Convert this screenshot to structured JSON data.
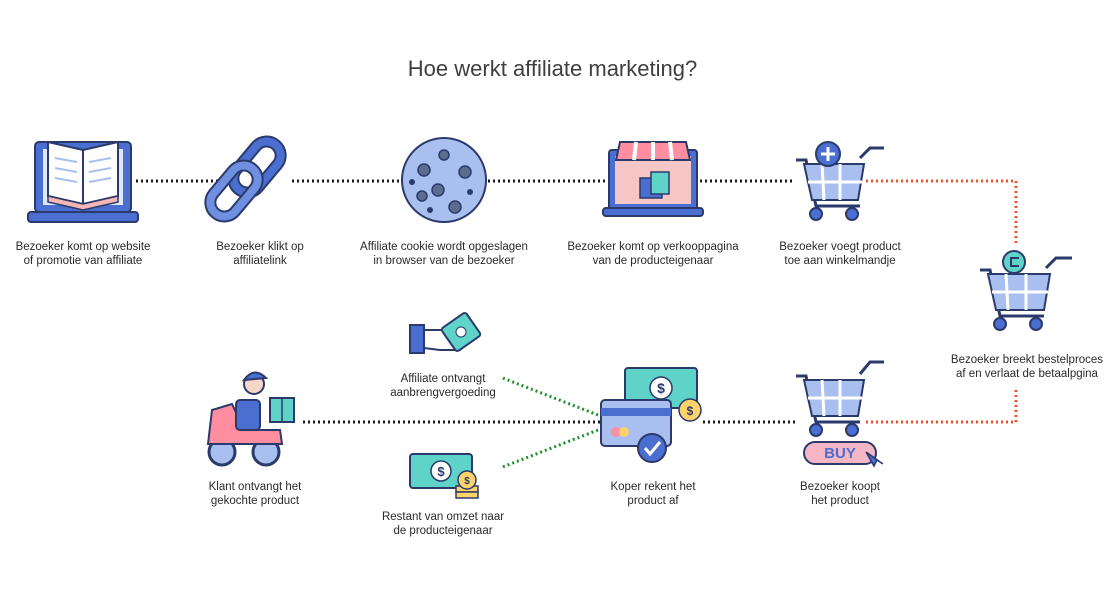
{
  "title": "Hoe werkt affiliate marketing?",
  "steps": {
    "website": "Bezoeker komt op website\nof promotie van affiliate",
    "link": "Bezoeker klikt op\naffiliatelink",
    "cookie": "Affiliate cookie wordt opgeslagen\nin browser van de bezoeker",
    "salespage": "Bezoeker komt op verkooppagina\nvan de producteigenaar",
    "addcart": "Bezoeker voegt product\ntoe aan winkelmandje",
    "abandon": "Bezoeker breekt bestelproces\naf en verlaat de betaalpgina",
    "buy": "Bezoeker koopt\nhet product",
    "pay": "Koper rekent het\nproduct af",
    "commission": "Affiliate ontvangt\naanbrengvergoeding",
    "remainder": "Restant van omzet naar\nde producteigenaar",
    "delivery": "Klant ontvangt het\ngekochte product"
  },
  "buy_badge": "BUY",
  "colors": {
    "primary_line": "#1a1a1a",
    "abandon_line": "#e8542a",
    "split_line": "#1f8f2e",
    "icon_blue": "#4a6fd1",
    "icon_light": "#a9bff0",
    "icon_pink": "#f6b6b6",
    "icon_teal": "#5fd3c7"
  }
}
